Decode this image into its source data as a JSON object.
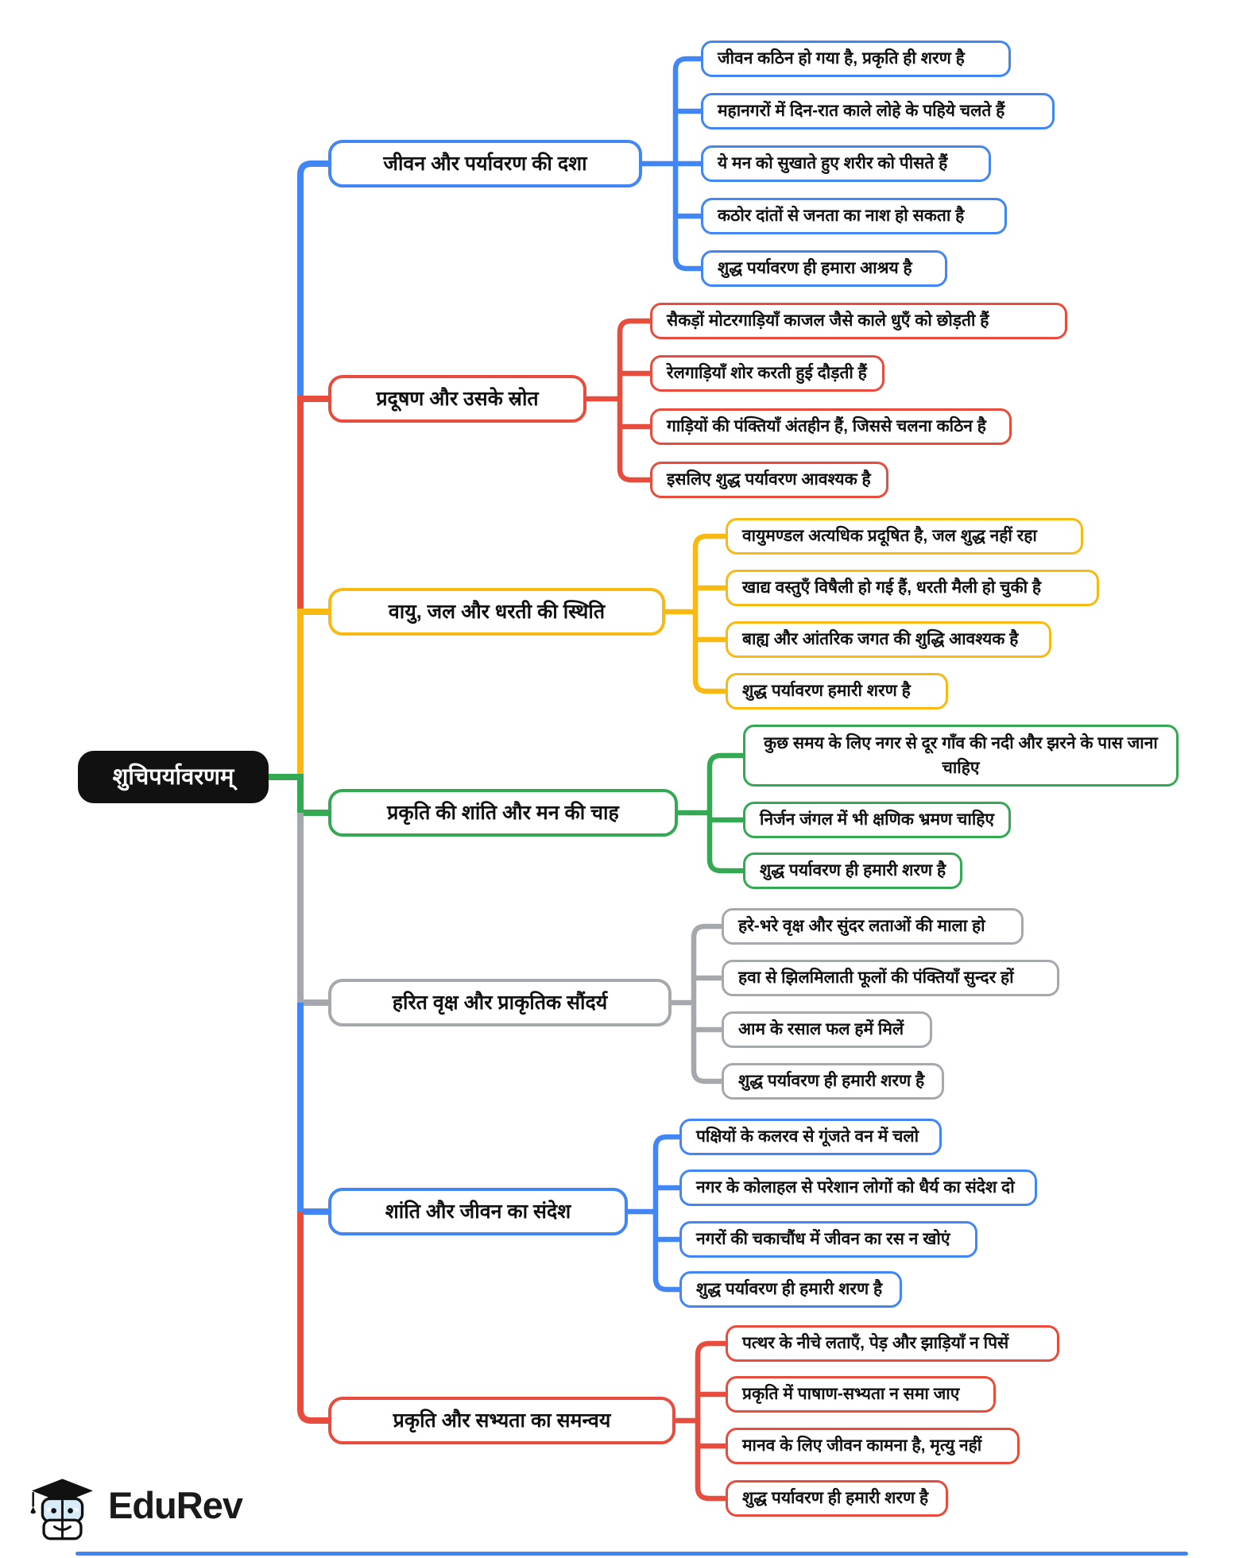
{
  "root": {
    "label": "शुचिपर्यावरणम्"
  },
  "branches": [
    {
      "title": "जीवन और पर्यावरण की दशा",
      "color": "#4285f4",
      "children": [
        "जीवन कठिन हो गया है, प्रकृति ही शरण है",
        "महानगरों में दिन-रात काले लोहे के पहिये चलते हैं",
        "ये मन को सुखाते हुए शरीर को पीसते हैं",
        "कठोर दांतों से जनता का नाश हो सकता है",
        "शुद्ध पर्यावरण ही हमारा आश्रय है"
      ]
    },
    {
      "title": "प्रदूषण और उसके स्रोत",
      "color": "#e74c3c",
      "children": [
        "सैकड़ों मोटरगाड़ियाँ काजल जैसे काले धुएँ को छोड़ती हैं",
        "रेलगाड़ियाँ शोर करती हुई दौड़ती हैं",
        "गाड़ियों की पंक्तियाँ अंतहीन हैं, जिससे चलना कठिन है",
        "इसलिए शुद्ध पर्यावरण आवश्यक है"
      ]
    },
    {
      "title": "वायु, जल और धरती की स्थिति",
      "color": "#f8b913",
      "children": [
        "वायुमण्डल अत्यधिक प्रदूषित है, जल शुद्ध नहीं रहा",
        "खाद्य वस्तुएँ विषैली हो गई हैं, धरती मैली हो चुकी है",
        "बाह्य और आंतरिक जगत की शुद्धि आवश्यक है",
        "शुद्ध पर्यावरण हमारी शरण है"
      ]
    },
    {
      "title": "प्रकृति की शांति और मन की चाह",
      "color": "#34a853",
      "children": [
        "कुछ समय के लिए नगर से दूर गाँव की नदी और झरने के पास जाना चाहिए",
        "निर्जन जंगल में भी क्षणिक भ्रमण चाहिए",
        "शुद्ध पर्यावरण ही हमारी शरण है"
      ]
    },
    {
      "title": "हरित वृक्ष और प्राकृतिक सौंदर्य",
      "color": "#a5a9ad",
      "children": [
        "हरे-भरे वृक्ष और सुंदर लताओं की माला हो",
        "हवा से झिलमिलाती फूलों की पंक्तियाँ सुन्दर हों",
        "आम के रसाल फल हमें मिलें",
        "शुद्ध पर्यावरण ही हमारी शरण है"
      ]
    },
    {
      "title": "शांति और जीवन का संदेश",
      "color": "#4285f4",
      "children": [
        "पक्षियों के कलरव से गूंजते वन में चलो",
        "नगर के कोलाहल से परेशान लोगों को धैर्य का संदेश दो",
        "नगरों की चकाचौंध में जीवन का रस न खोएं",
        "शुद्ध पर्यावरण ही हमारी शरण है"
      ]
    },
    {
      "title": "प्रकृति और सभ्यता का समन्वय",
      "color": "#e74c3c",
      "children": [
        "पत्थर के नीचे लताएँ, पेड़ और झाड़ियाँ न पिसें",
        "प्रकृति में पाषाण-सभ्यता न समा जाए",
        "मानव के लिए जीवन कामना है, मृत्यु नहीं",
        "शुद्ध पर्यावरण ही हमारी शरण है"
      ]
    }
  ],
  "colors": {
    "blue": "#4285f4",
    "red": "#e74c3c",
    "yellow": "#f8b913",
    "green": "#34a853",
    "gray": "#a5a9ad",
    "root_bg": "#111111"
  },
  "logo": {
    "brand": "EduRev"
  }
}
